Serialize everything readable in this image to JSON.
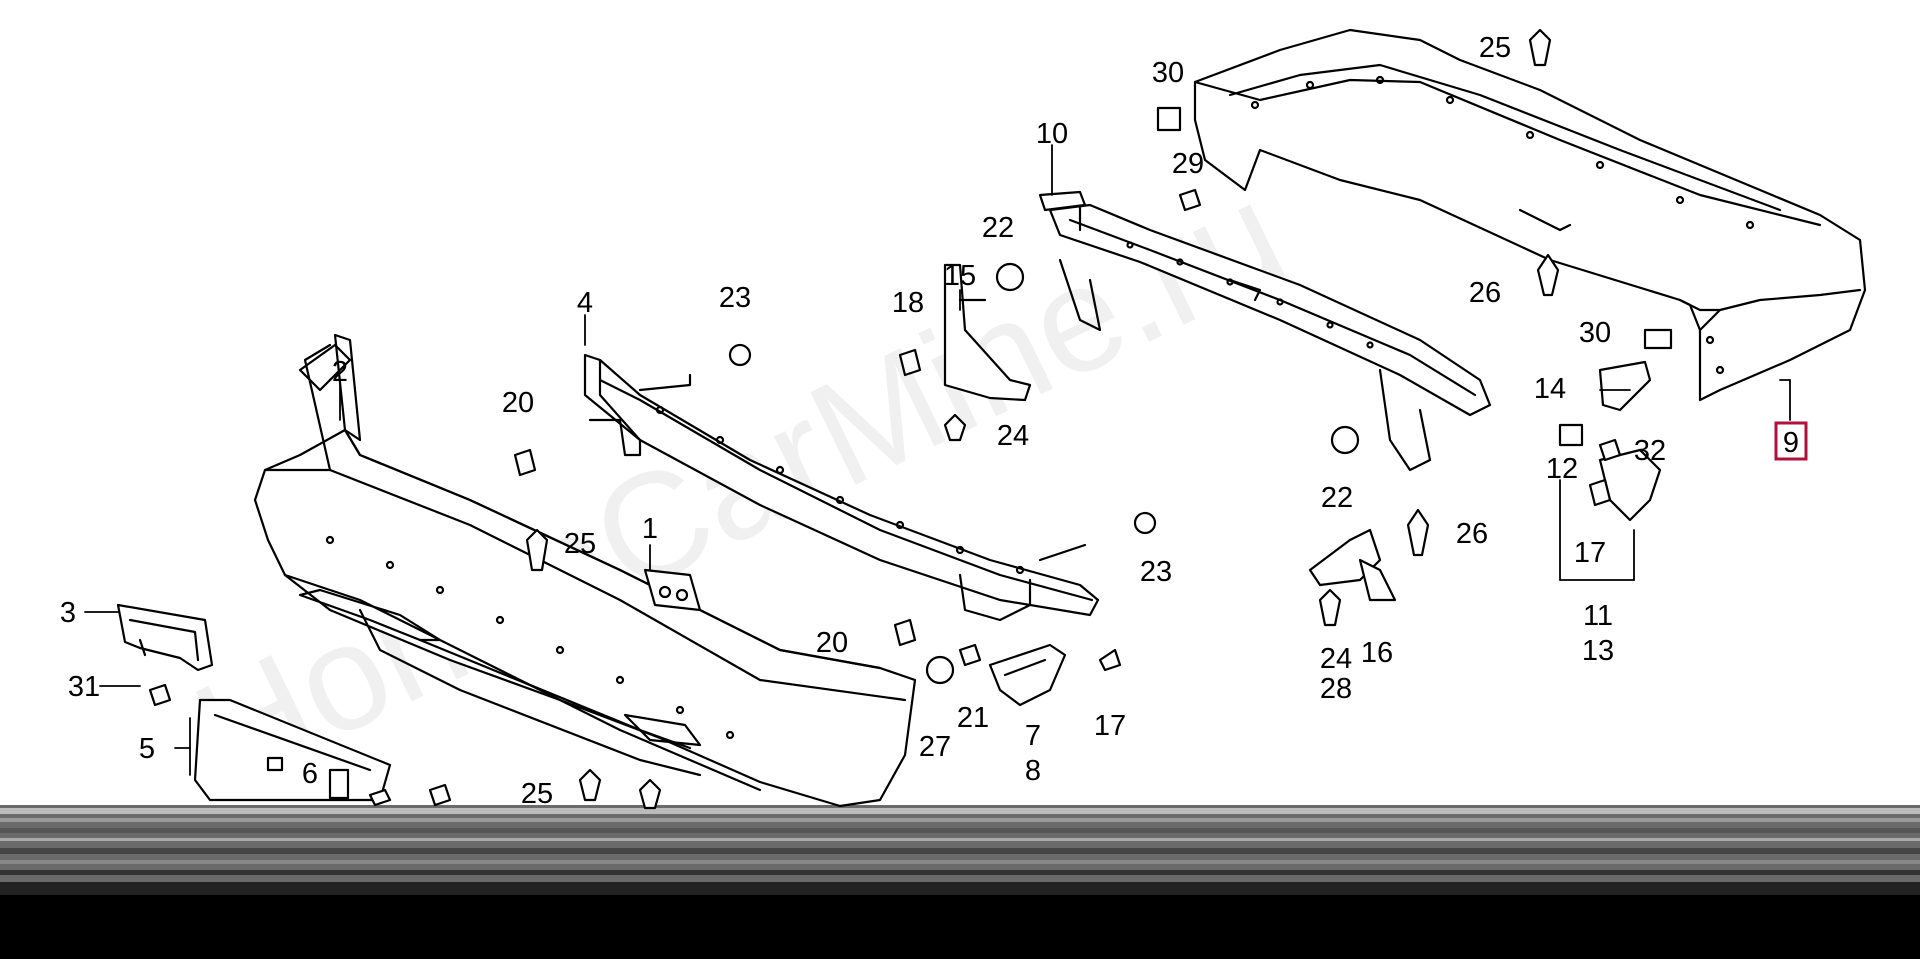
{
  "watermark": "HondaCarMine.ru",
  "highlight_color": "#b0103a",
  "callouts": {
    "c1": "1",
    "c2": "2",
    "c3": "3",
    "c4": "4",
    "c5": "5",
    "c6": "6",
    "c7": "7",
    "c8": "8",
    "c9": "9",
    "c10": "10",
    "c11": "11",
    "c12": "12",
    "c13": "13",
    "c14": "14",
    "c15": "15",
    "c16": "16",
    "c17": "17",
    "c18": "18",
    "c20": "20",
    "c21": "21",
    "c22": "22",
    "c23": "23",
    "c24": "24",
    "c25": "25",
    "c26": "26",
    "c27": "27",
    "c28": "28",
    "c29": "29",
    "c30": "30",
    "c31": "31",
    "c32": "32",
    "c23b": "23"
  }
}
